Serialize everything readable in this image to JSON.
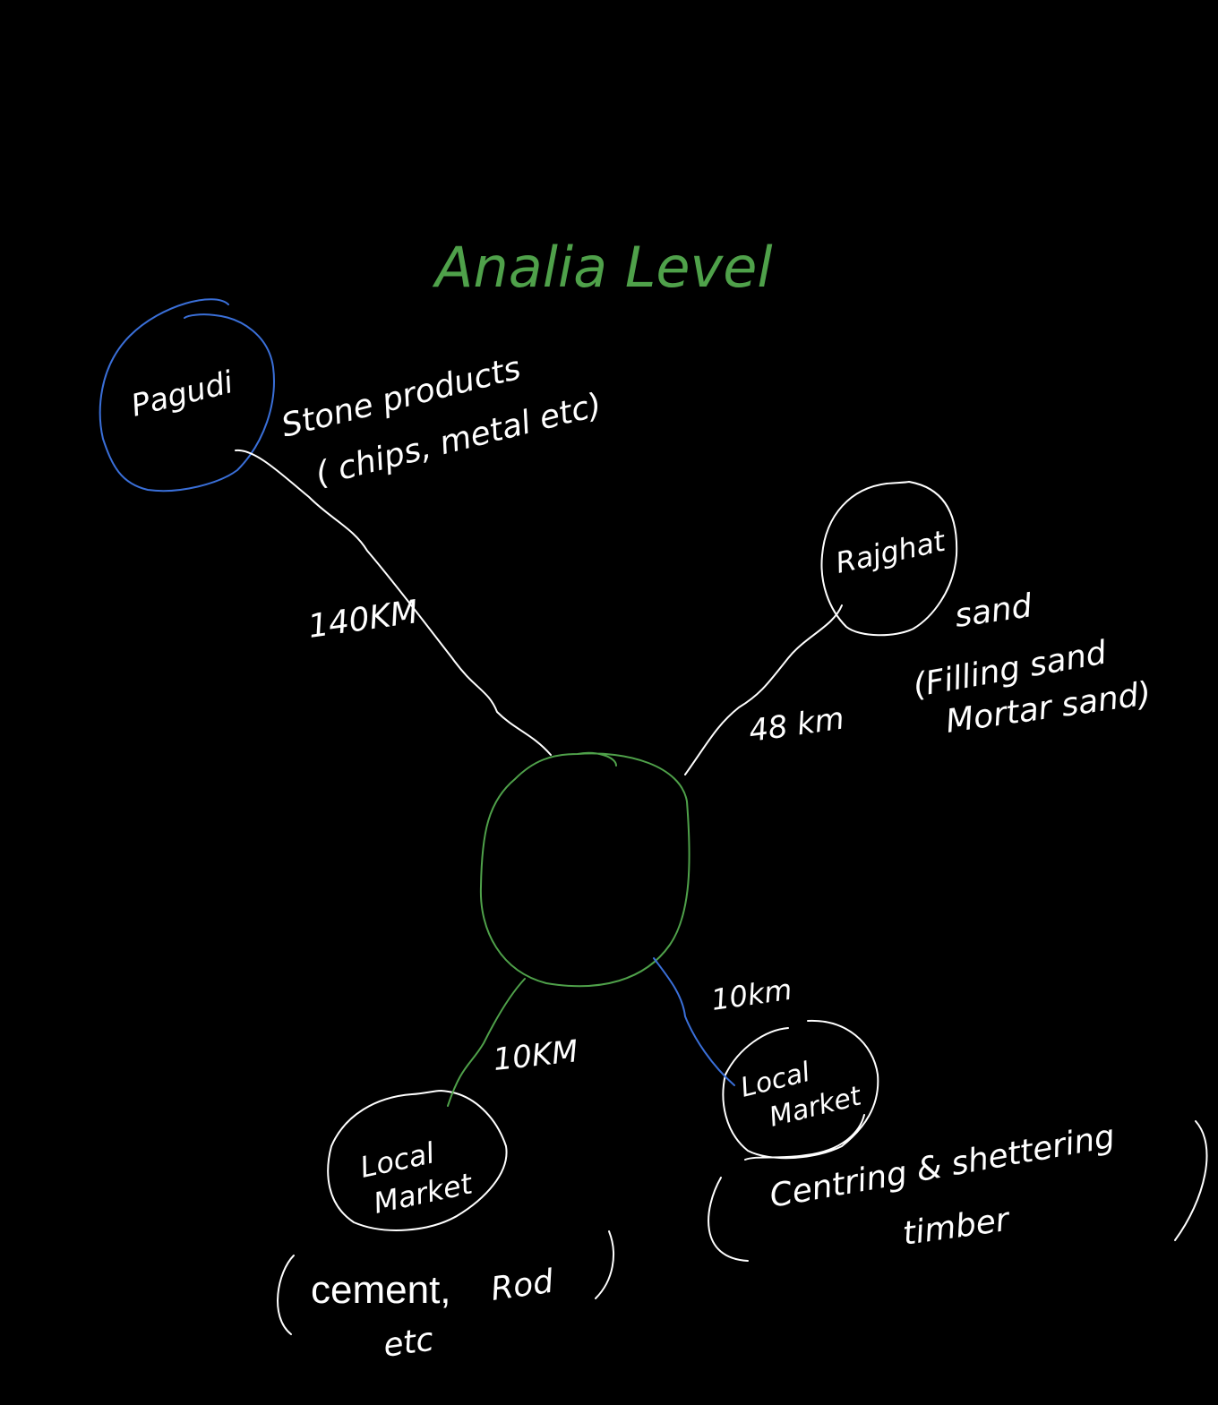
{
  "title": "Analia Level",
  "colors": {
    "background": "#000000",
    "title": "#4fa14a",
    "center_node": "#4fa14a",
    "source_blue": "#3a6fd8",
    "ink": "#ffffff"
  },
  "nodes": {
    "pakur": {
      "label": "Pagudi",
      "materials_line1": "Stone products",
      "materials_line2": "( chips, metal etc)",
      "distance": "140KM"
    },
    "rajghat": {
      "label": "Rajghat",
      "materials_line1": "sand",
      "materials_line2": "(Filling sand",
      "materials_line3": "Mortar sand)",
      "distance": "48 km"
    },
    "local_market_left": {
      "label_line1": "Local",
      "label_line2": "Market",
      "distance": "10KM",
      "materials_line1_typed": "cement,",
      "materials_line1_hand": "Rod",
      "materials_line2": "etc"
    },
    "local_market_right": {
      "label_line1": "Local",
      "label_line2": "Market",
      "distance": "10km",
      "materials_line1": "Centring & shettering",
      "materials_line2": "timber"
    }
  }
}
